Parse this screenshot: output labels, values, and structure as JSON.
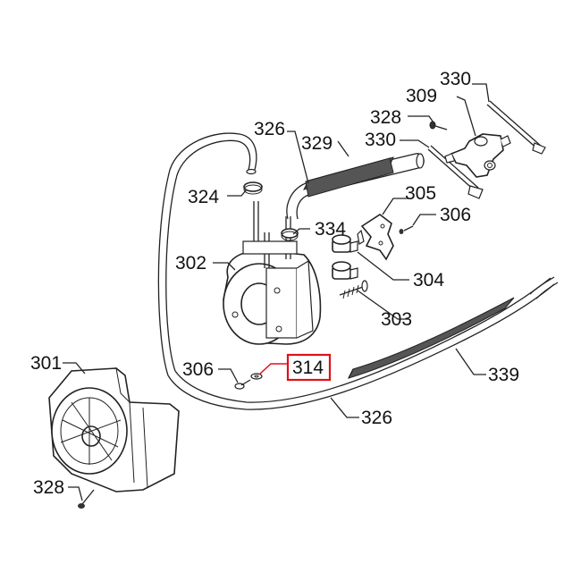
{
  "diagram": {
    "highlight_color": "#e0101a",
    "highlighted_label": "314",
    "callouts": [
      {
        "id": "c330a",
        "text": "330"
      },
      {
        "id": "c309",
        "text": "309"
      },
      {
        "id": "c328a",
        "text": "328"
      },
      {
        "id": "c330b",
        "text": "330"
      },
      {
        "id": "c326a",
        "text": "326"
      },
      {
        "id": "c329",
        "text": "329"
      },
      {
        "id": "c305",
        "text": "305"
      },
      {
        "id": "c324",
        "text": "324"
      },
      {
        "id": "c334",
        "text": "334"
      },
      {
        "id": "c306a",
        "text": "306"
      },
      {
        "id": "c302",
        "text": "302"
      },
      {
        "id": "c304",
        "text": "304"
      },
      {
        "id": "c303",
        "text": "303"
      },
      {
        "id": "c301",
        "text": "301"
      },
      {
        "id": "c306b",
        "text": "306"
      },
      {
        "id": "c314",
        "text": "314"
      },
      {
        "id": "c339",
        "text": "339"
      },
      {
        "id": "c326b",
        "text": "326"
      },
      {
        "id": "c328b",
        "text": "328"
      }
    ]
  }
}
